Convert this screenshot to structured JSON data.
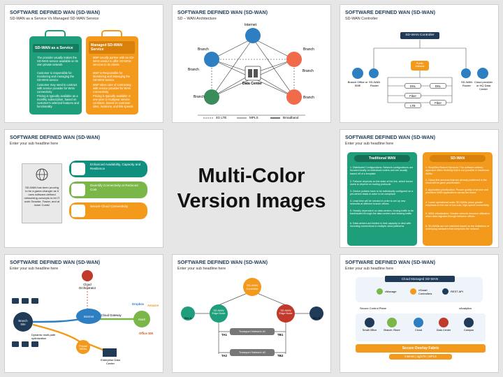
{
  "center": {
    "line1": "Multi-Color",
    "line2": "Version Images"
  },
  "slide1": {
    "title": "SOFTWARE DEFINED WAN (SD-WAN)",
    "subtitle": "SD-WAN as a Service Vs Managed SD-WAN Service",
    "left_head": "SD-WAN as a Service",
    "right_head": "Managed SD-WAN Service",
    "left_items": [
      "The provider usually makes the SD-WAN service available on its own private network",
      "Customer is responsible for monitoring and managing the SD-WAN service",
      "Customer may need to contract with service provider for WAN connectivity",
      "Pricing is typically available as a monthly subscription, based on customer's selected features and functionality"
    ],
    "right_items": [
      "MSP usually partner with an SD-WAN vendor to offer SD-WAN services to its clients",
      "MSP is Responsible for Monitoring and Managing the SD-WAN service",
      "MSP takes care of contracting with service provider for WAN Connectivity",
      "Pricing is typically available in one-year or multiyear service contracts, based on customer sites, locations, and link speeds"
    ],
    "colors": {
      "green": "#1e9e7a",
      "orange": "#f39a1c"
    }
  },
  "slide2": {
    "title": "SOFTWARE DEFINED WAN (SD-WAN)",
    "subtitle": "SD – WAN Architecture",
    "internet": "Internet",
    "data_center": "Data Center",
    "branch": "Branch",
    "legend": {
      "lte": "4G LTE",
      "mpls": "MPLS",
      "broadband": "Broadband"
    }
  },
  "slide3": {
    "title": "SOFTWARE DEFINED WAN (SD-WAN)",
    "subtitle": "SD-WAN Controller",
    "controller": "SD-WAN Controller",
    "public_internet": "Public Internet",
    "branch": "Branch Office or SME",
    "router": "SD-WAN Router",
    "cloud": "Cloud provider or HQ Data Center",
    "dsl": "DSL",
    "fiber": "Fiber",
    "lte": "LTE"
  },
  "slide4": {
    "title": "SOFTWARE DEFINED WAN (SD-WAN)",
    "subtitle": "Enter your sub headline here",
    "box_text": "SD-WAN has been proving to be a game-changer as it uses software-defined networking concepts to let IT work Smarter, Faster, and at lower Costs!",
    "items": [
      "Enhanced Availability, Capacity and Resilience",
      "Diversify Connectivity at Reduced Cost",
      "Secure Cloud Connectivity"
    ],
    "colors": [
      "#0f8f7e",
      "#7ab648",
      "#f39a1c"
    ]
  },
  "slide5": {
    "title": "SOFTWARE DEFINED WAN (SD-WAN)",
    "subtitle": "Enter your sub headline here",
    "left_head": "Traditional WAN",
    "right_head": "SD-WAN",
    "left_items": [
      "1. Distributed Configurations: Network configurations are focused locally on individual routers and are usually based off of a template.",
      "2. Failover depends on the state of the link, which forces users to depend on routing protocols",
      "3. Device policies have to be individually configured on a per-device basis in order to be compliant",
      "4. Lead time will be needed in order to set up new networks at different branch offices",
      "5. Heavily dependent on data centers, forcing traffic to be backhauled through the data centers and slowing traffic",
      "6. Data centers are limited in their capacity to deal with incoming connections to multiple cloud platforms"
    ],
    "right_items": [
      "1. Simplified Branch Services: The software-defined approach offers flexibility that is not possible in traditional WANs",
      "2. Cloud-first services that are already positioned in the cloud will be given prioritization",
      "3. Application prioritization: Proven quality of service and prioritizes WAN applications across the board",
      "4. Lower operational costs: SD-WANs place greater emphasis on the use of low-cost, high-speed connectivity",
      "5. WAN virtualization: Greater network resource utilization when data migrates through between offices",
      "6. SD-WANs are not restricted based on the limitations of underlying hardware that comprises the network"
    ]
  },
  "slide6": {
    "title": "SOFTWARE DEFINED WAN (SD-WAN)",
    "subtitle": "Enter your sub headline here",
    "orchestrator": "Cloud Orchestrator",
    "branch_site": "Branch Site",
    "internet": "Internet",
    "cloud_gateway": "Cloud Gateway",
    "saas": "SaaS",
    "dynamic": "Dynamic multi-path optimization",
    "private": "Private WANs",
    "enterprise": "Enterprise Data Center",
    "logos": [
      "Dropbox",
      "Amazon",
      "Office 365"
    ]
  },
  "slide7": {
    "title": "SOFTWARE DEFINED WAN (SD-WAN)",
    "subtitle": "Enter your sub headline here",
    "controller": "SD-WAN Controller",
    "site_a": "Site A",
    "site_b": "Site B",
    "edge_node1": "SD-WAN Edge Node",
    "edge_node2": "SD-WAN Edge Node",
    "transport1": "Transport Network #1",
    "transport2": "Transport Network #2",
    "ta1": "TA1",
    "ta2": "TA2",
    "tb1": "TB1",
    "tb2": "TB2"
  },
  "slide8": {
    "title": "SOFTWARE DEFINED WAN (SD-WAN)",
    "subtitle": "Enter your sub headline here",
    "banner": "Cloud Managed SD-WAN",
    "services": [
      "vManage",
      "vSmart Controllers",
      "REST API"
    ],
    "control_plane": "Secure Control Plane",
    "analytics": "vAnalytics",
    "sites": [
      "Small Office",
      "Branch /Store",
      "Cloud",
      "Data Center",
      "Campus"
    ],
    "fabric": "Secure Overlay Fabric",
    "transports": "Internet  |  4g/LTE  |  MPLS"
  }
}
